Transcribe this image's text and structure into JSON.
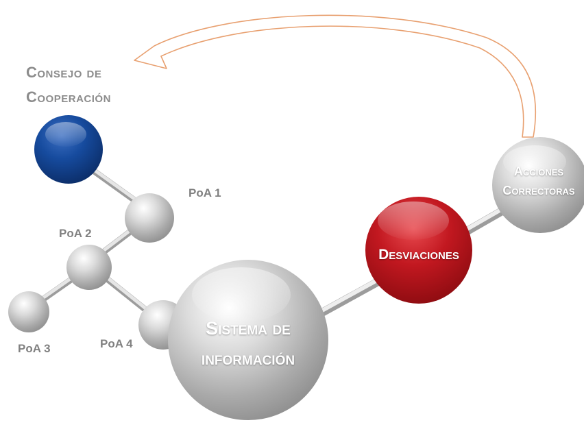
{
  "nodes": {
    "consejo": {
      "line1": "Consejo de",
      "line2": "Cooperación",
      "color": "#123f8c"
    },
    "poa1": {
      "label": "PoA 1"
    },
    "poa2": {
      "label": "PoA 2"
    },
    "poa3": {
      "label": "PoA 3"
    },
    "poa4": {
      "label": "PoA 4"
    },
    "sistema": {
      "line1": "Sistema de",
      "line2": "información"
    },
    "desviaciones": {
      "label": "Desviaciones",
      "color": "#b0141c"
    },
    "acciones": {
      "line1": "Acciones",
      "line2": "Correctoras"
    }
  },
  "colors": {
    "sphere_gray": "#b5b5b5",
    "connector": "#c8c8c8",
    "arrow_outline": "#e8a070"
  }
}
